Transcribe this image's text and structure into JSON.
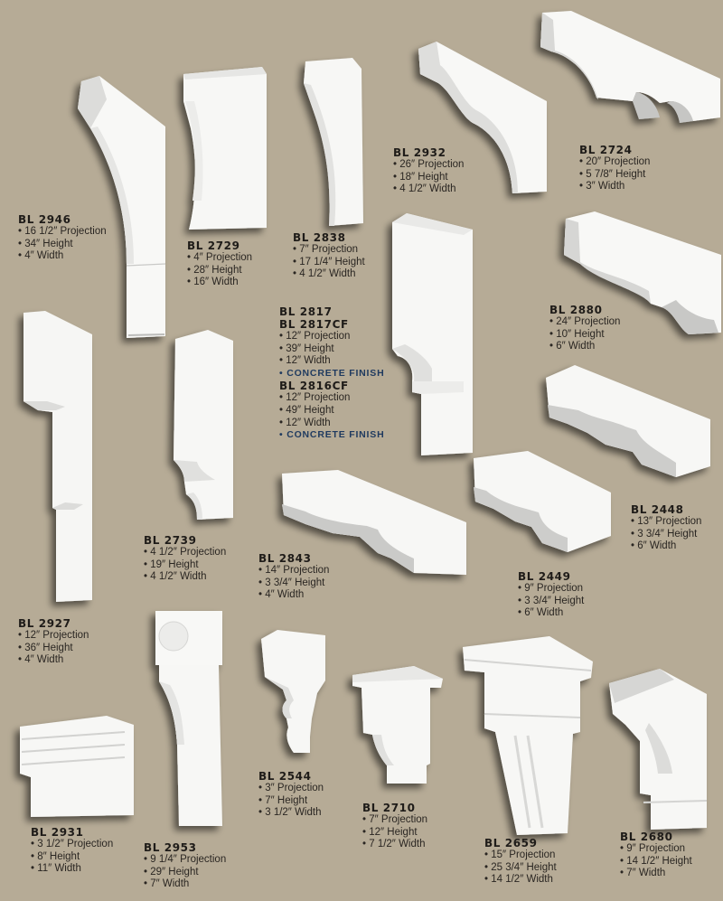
{
  "page": {
    "background_color": "#b6ab96",
    "text_color": "#1f1c19",
    "finish_color": "#1f3a5f",
    "product_color": "#f7f7f5"
  },
  "products": [
    {
      "id": "bl2946",
      "title": "BL 2946",
      "specs": [
        "16 1/2″ Projection",
        "34″ Height",
        "4″ Width"
      ]
    },
    {
      "id": "bl2729",
      "title": "BL 2729",
      "specs": [
        "4″ Projection",
        "28″ Height",
        "16″ Width"
      ]
    },
    {
      "id": "bl2838",
      "title": "BL 2838",
      "specs": [
        "7″ Projection",
        "17 1/4″ Height",
        "4 1/2″ Width"
      ]
    },
    {
      "id": "bl2932",
      "title": "BL 2932",
      "specs": [
        "26″ Projection",
        "18″ Height",
        "4 1/2″ Width"
      ]
    },
    {
      "id": "bl2724",
      "title": "BL 2724",
      "specs": [
        "20″ Projection",
        "5 7/8″ Height",
        "3″ Width"
      ]
    },
    {
      "id": "bl2817",
      "title": "BL 2817",
      "title2": "BL 2817CF",
      "specs": [
        "12″ Projection",
        "39″ Height",
        "12″ Width"
      ],
      "finish": "CONCRETE  FINISH"
    },
    {
      "id": "bl2816cf",
      "title": "BL 2816CF",
      "specs": [
        "12″ Projection",
        "49″ Height",
        "12″ Width"
      ],
      "finish": "CONCRETE  FINISH"
    },
    {
      "id": "bl2880",
      "title": "BL 2880",
      "specs": [
        "24″ Projection",
        "10″ Height",
        "6″ Width"
      ]
    },
    {
      "id": "bl2448",
      "title": "BL 2448",
      "specs": [
        "13″ Projection",
        "3 3/4″ Height",
        "6″ Width"
      ]
    },
    {
      "id": "bl2739",
      "title": "BL 2739",
      "specs": [
        "4 1/2″ Projection",
        "19″ Height",
        "4 1/2″ Width"
      ]
    },
    {
      "id": "bl2843",
      "title": "BL 2843",
      "specs": [
        "14″ Projection",
        "3 3/4″ Height",
        "4″ Width"
      ]
    },
    {
      "id": "bl2449",
      "title": "BL 2449",
      "specs": [
        "9″ Projection",
        "3 3/4″ Height",
        "6″ Width"
      ]
    },
    {
      "id": "bl2927",
      "title": "BL 2927",
      "specs": [
        "12″ Projection",
        "36″ Height",
        "4″ Width"
      ]
    },
    {
      "id": "bl2544",
      "title": "BL 2544",
      "specs": [
        "3″ Projection",
        "7″ Height",
        "3 1/2″ Width"
      ]
    },
    {
      "id": "bl2710",
      "title": "BL 2710",
      "specs": [
        "7″ Projection",
        "12″ Height",
        "7 1/2″ Width"
      ]
    },
    {
      "id": "bl2659",
      "title": "BL 2659",
      "specs": [
        "15″ Projection",
        "25 3/4″ Height",
        "14 1/2″ Width"
      ]
    },
    {
      "id": "bl2680",
      "title": "BL 2680",
      "specs": [
        "9″ Projection",
        "14 1/2″ Height",
        "7″ Width"
      ]
    },
    {
      "id": "bl2931",
      "title": "BL 2931",
      "specs": [
        "3 1/2″ Projection",
        "8″ Height",
        "11″ Width"
      ]
    },
    {
      "id": "bl2953",
      "title": "BL 2953",
      "specs": [
        "9 1/4″ Projection",
        "29″ Height",
        "7″ Width"
      ]
    }
  ]
}
